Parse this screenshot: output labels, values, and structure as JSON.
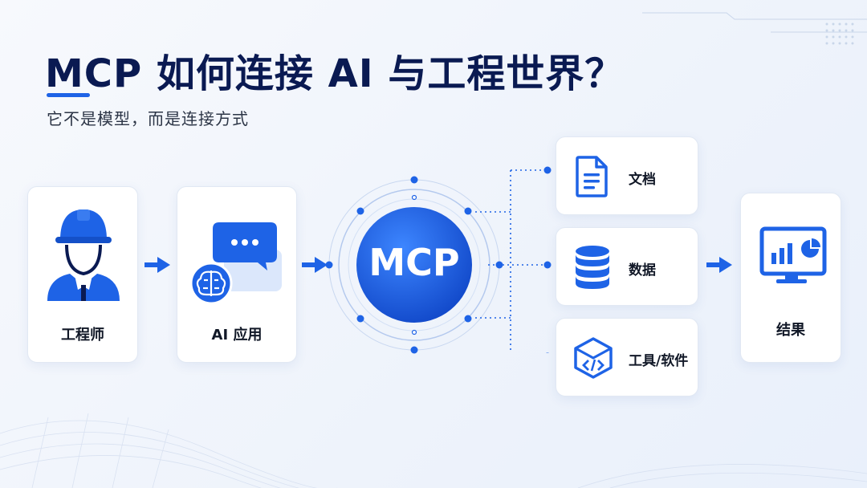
{
  "header": {
    "title": "MCP 如何连接 AI 与工程世界？",
    "subtitle": "它不是模型，而是连接方式"
  },
  "flow": {
    "engineer_label": "工程师",
    "ai_app_label": "AI 应用",
    "mcp_label": "MCP",
    "result_label": "结果"
  },
  "resources": [
    {
      "label": "文档",
      "icon": "document-icon"
    },
    {
      "label": "数据",
      "icon": "database-icon"
    },
    {
      "label": "工具/软件",
      "icon": "code-box-icon"
    }
  ],
  "colors": {
    "primary": "#1e63e6",
    "dark_navy": "#0a1a52",
    "light_bg": "#f2f6fc"
  }
}
